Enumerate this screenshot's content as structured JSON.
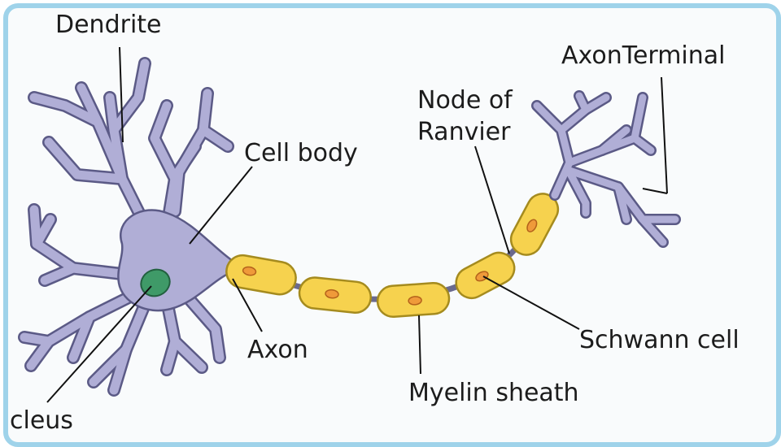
{
  "labels": {
    "dendrite": "Dendrite",
    "cell_body": "Cell body",
    "nucleus": "cleus",
    "axon": "Axon",
    "myelin_sheath": "Myelin sheath",
    "node_of_ranvier_line1": "Node of",
    "node_of_ranvier_line2": "Ranvier",
    "schwann_cell": "Schwann cell",
    "axon_terminal": "AxonTerminal"
  },
  "colors": {
    "neuron_fill": "#b0aed6",
    "neuron_outline": "#5b5a86",
    "myelin_fill": "#f6d24e",
    "schwann_nucleus": "#ef9a3a",
    "nucleus_fill": "#3f9a68",
    "frame_border": "#9fd3ea"
  }
}
